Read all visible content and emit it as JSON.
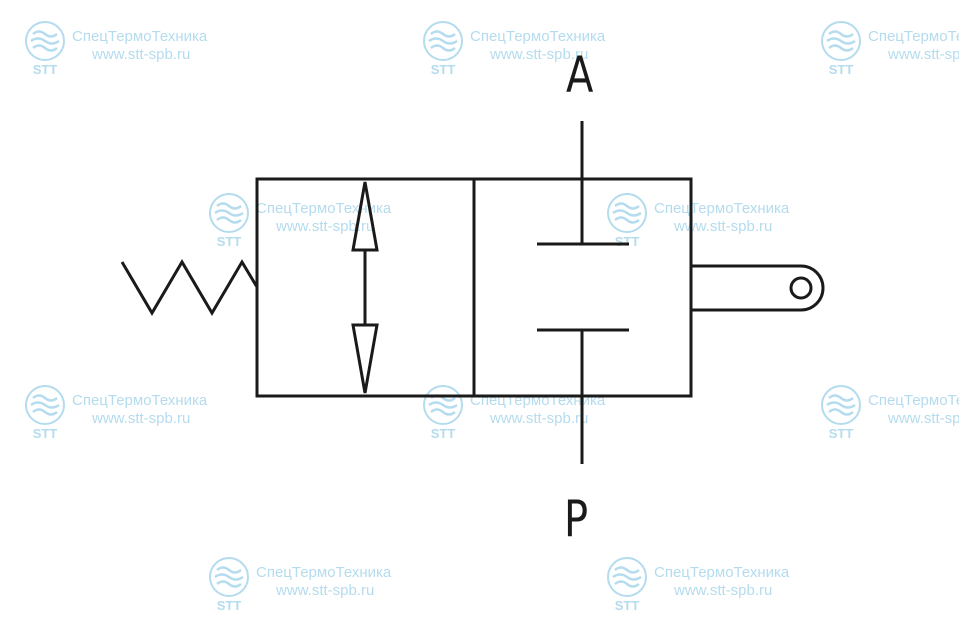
{
  "diagram": {
    "port_top_label": "A",
    "port_bottom_label": "P"
  },
  "watermark": {
    "name": "СпецТермоТехника",
    "site": "www.stt-spb.ru",
    "abbr": "STT",
    "logo_icon": "stt-wave-logo-icon",
    "color": "#b4dcee"
  },
  "colors": {
    "line": "#1a1a1a",
    "background": "#ffffff"
  }
}
